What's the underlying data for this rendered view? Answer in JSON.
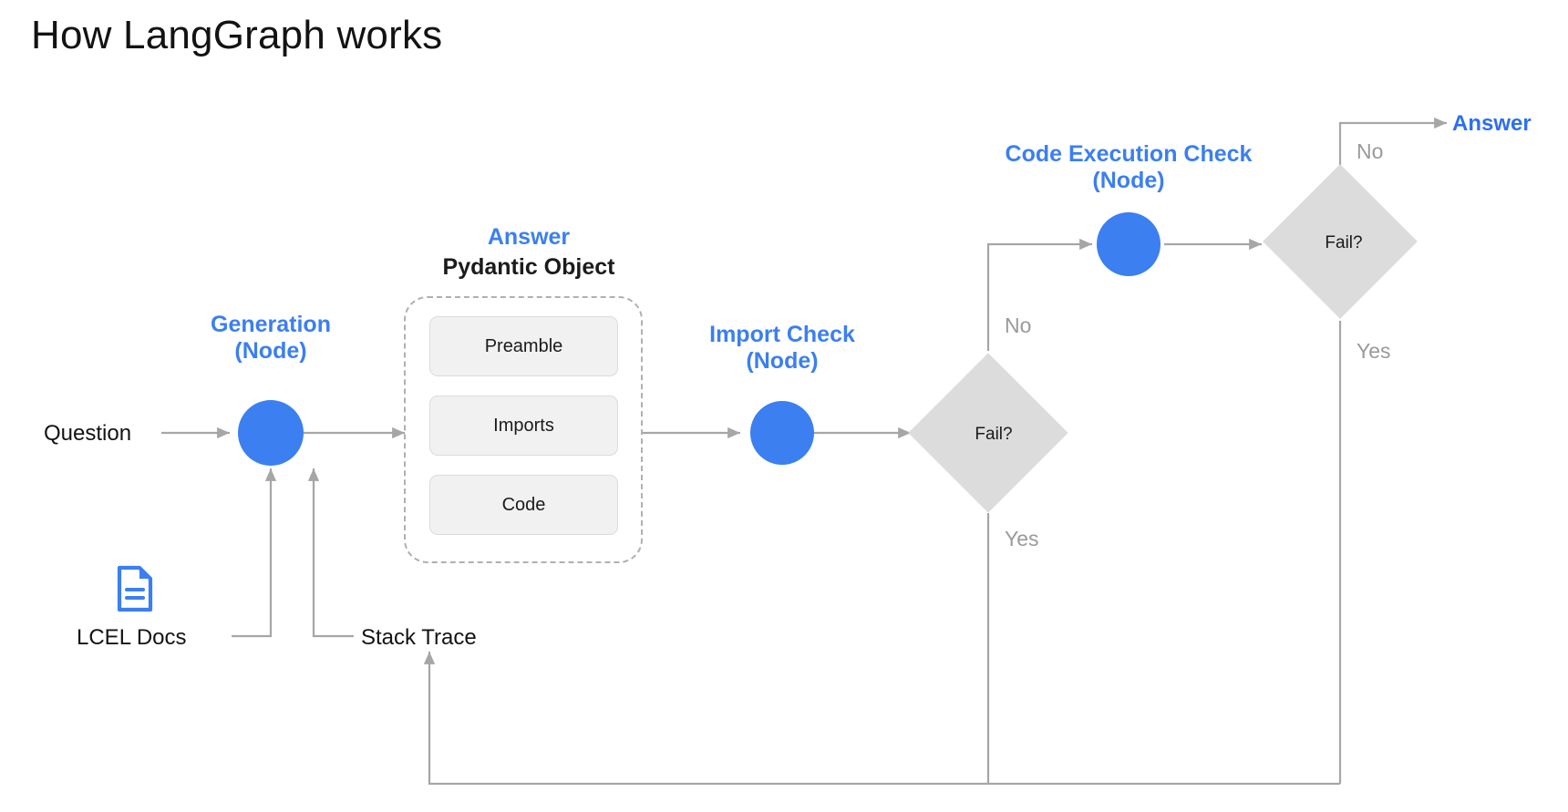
{
  "title": "How LangGraph works",
  "inputs": {
    "question": "Question",
    "lcel_docs": "LCEL Docs",
    "stack_trace": "Stack Trace",
    "docs_icon": "document-icon"
  },
  "outputs": {
    "answer": "Answer"
  },
  "nodes": [
    {
      "id": "generation",
      "title": "Generation",
      "subtitle": "(Node)",
      "type": "circle",
      "color": "#3b7ff0"
    },
    {
      "id": "import_check",
      "title": "Import Check",
      "subtitle": "(Node)",
      "type": "circle",
      "color": "#3b7ff0"
    },
    {
      "id": "code_execution_check",
      "title": "Code Execution Check",
      "subtitle": "(Node)",
      "type": "circle",
      "color": "#3b7ff0"
    }
  ],
  "object": {
    "title": "Answer",
    "subtitle": "Pydantic Object",
    "fields": [
      {
        "label": "Preamble"
      },
      {
        "label": "Imports"
      },
      {
        "label": "Code"
      }
    ]
  },
  "decisions": [
    {
      "id": "import_fail",
      "label": "Fail?",
      "no": "No",
      "yes": "Yes"
    },
    {
      "id": "exec_fail",
      "label": "Fail?",
      "no": "No",
      "yes": "Yes"
    }
  ],
  "edge_labels": {
    "import_no": "No",
    "import_yes": "Yes",
    "exec_no": "No",
    "exec_yes": "Yes"
  },
  "colors": {
    "accent": "#3b7ff0",
    "accent_text": "#2c6ff0",
    "edge": "#a6a6a6",
    "diamond_fill": "#dcdcdc",
    "field_fill": "#f1f1f1",
    "dashed_border": "#b0b0b0",
    "muted_text": "#9a9a9a"
  }
}
